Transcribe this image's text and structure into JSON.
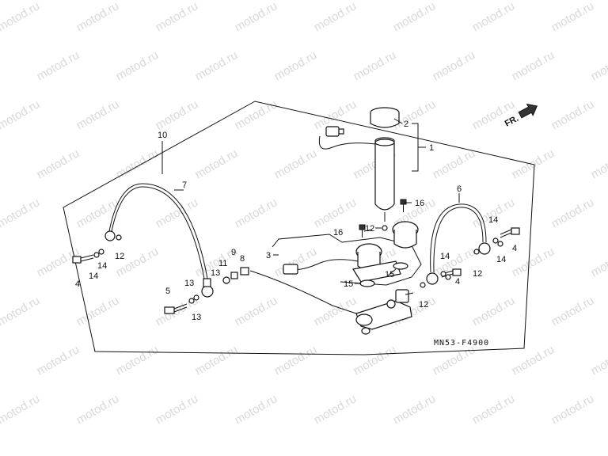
{
  "diagram_code": "MN53-F4900",
  "front_label": "FR.",
  "watermark": "motod.ru",
  "callouts": {
    "c1": "1",
    "c2": "2",
    "c3": "3",
    "c4a": "4",
    "c4b": "4",
    "c4c": "4",
    "c5": "5",
    "c6": "6",
    "c7": "7",
    "c8": "8",
    "c9": "9",
    "c10": "10",
    "c11": "11",
    "c12a": "12",
    "c12b": "12",
    "c12c": "12",
    "c12d": "12",
    "c13a": "13",
    "c13b": "13",
    "c13c": "13",
    "c14a": "14",
    "c14b": "14",
    "c14c": "14",
    "c14d": "14",
    "c14e": "14",
    "c15a": "15",
    "c15b": "15",
    "c16a": "16",
    "c16b": "16"
  }
}
